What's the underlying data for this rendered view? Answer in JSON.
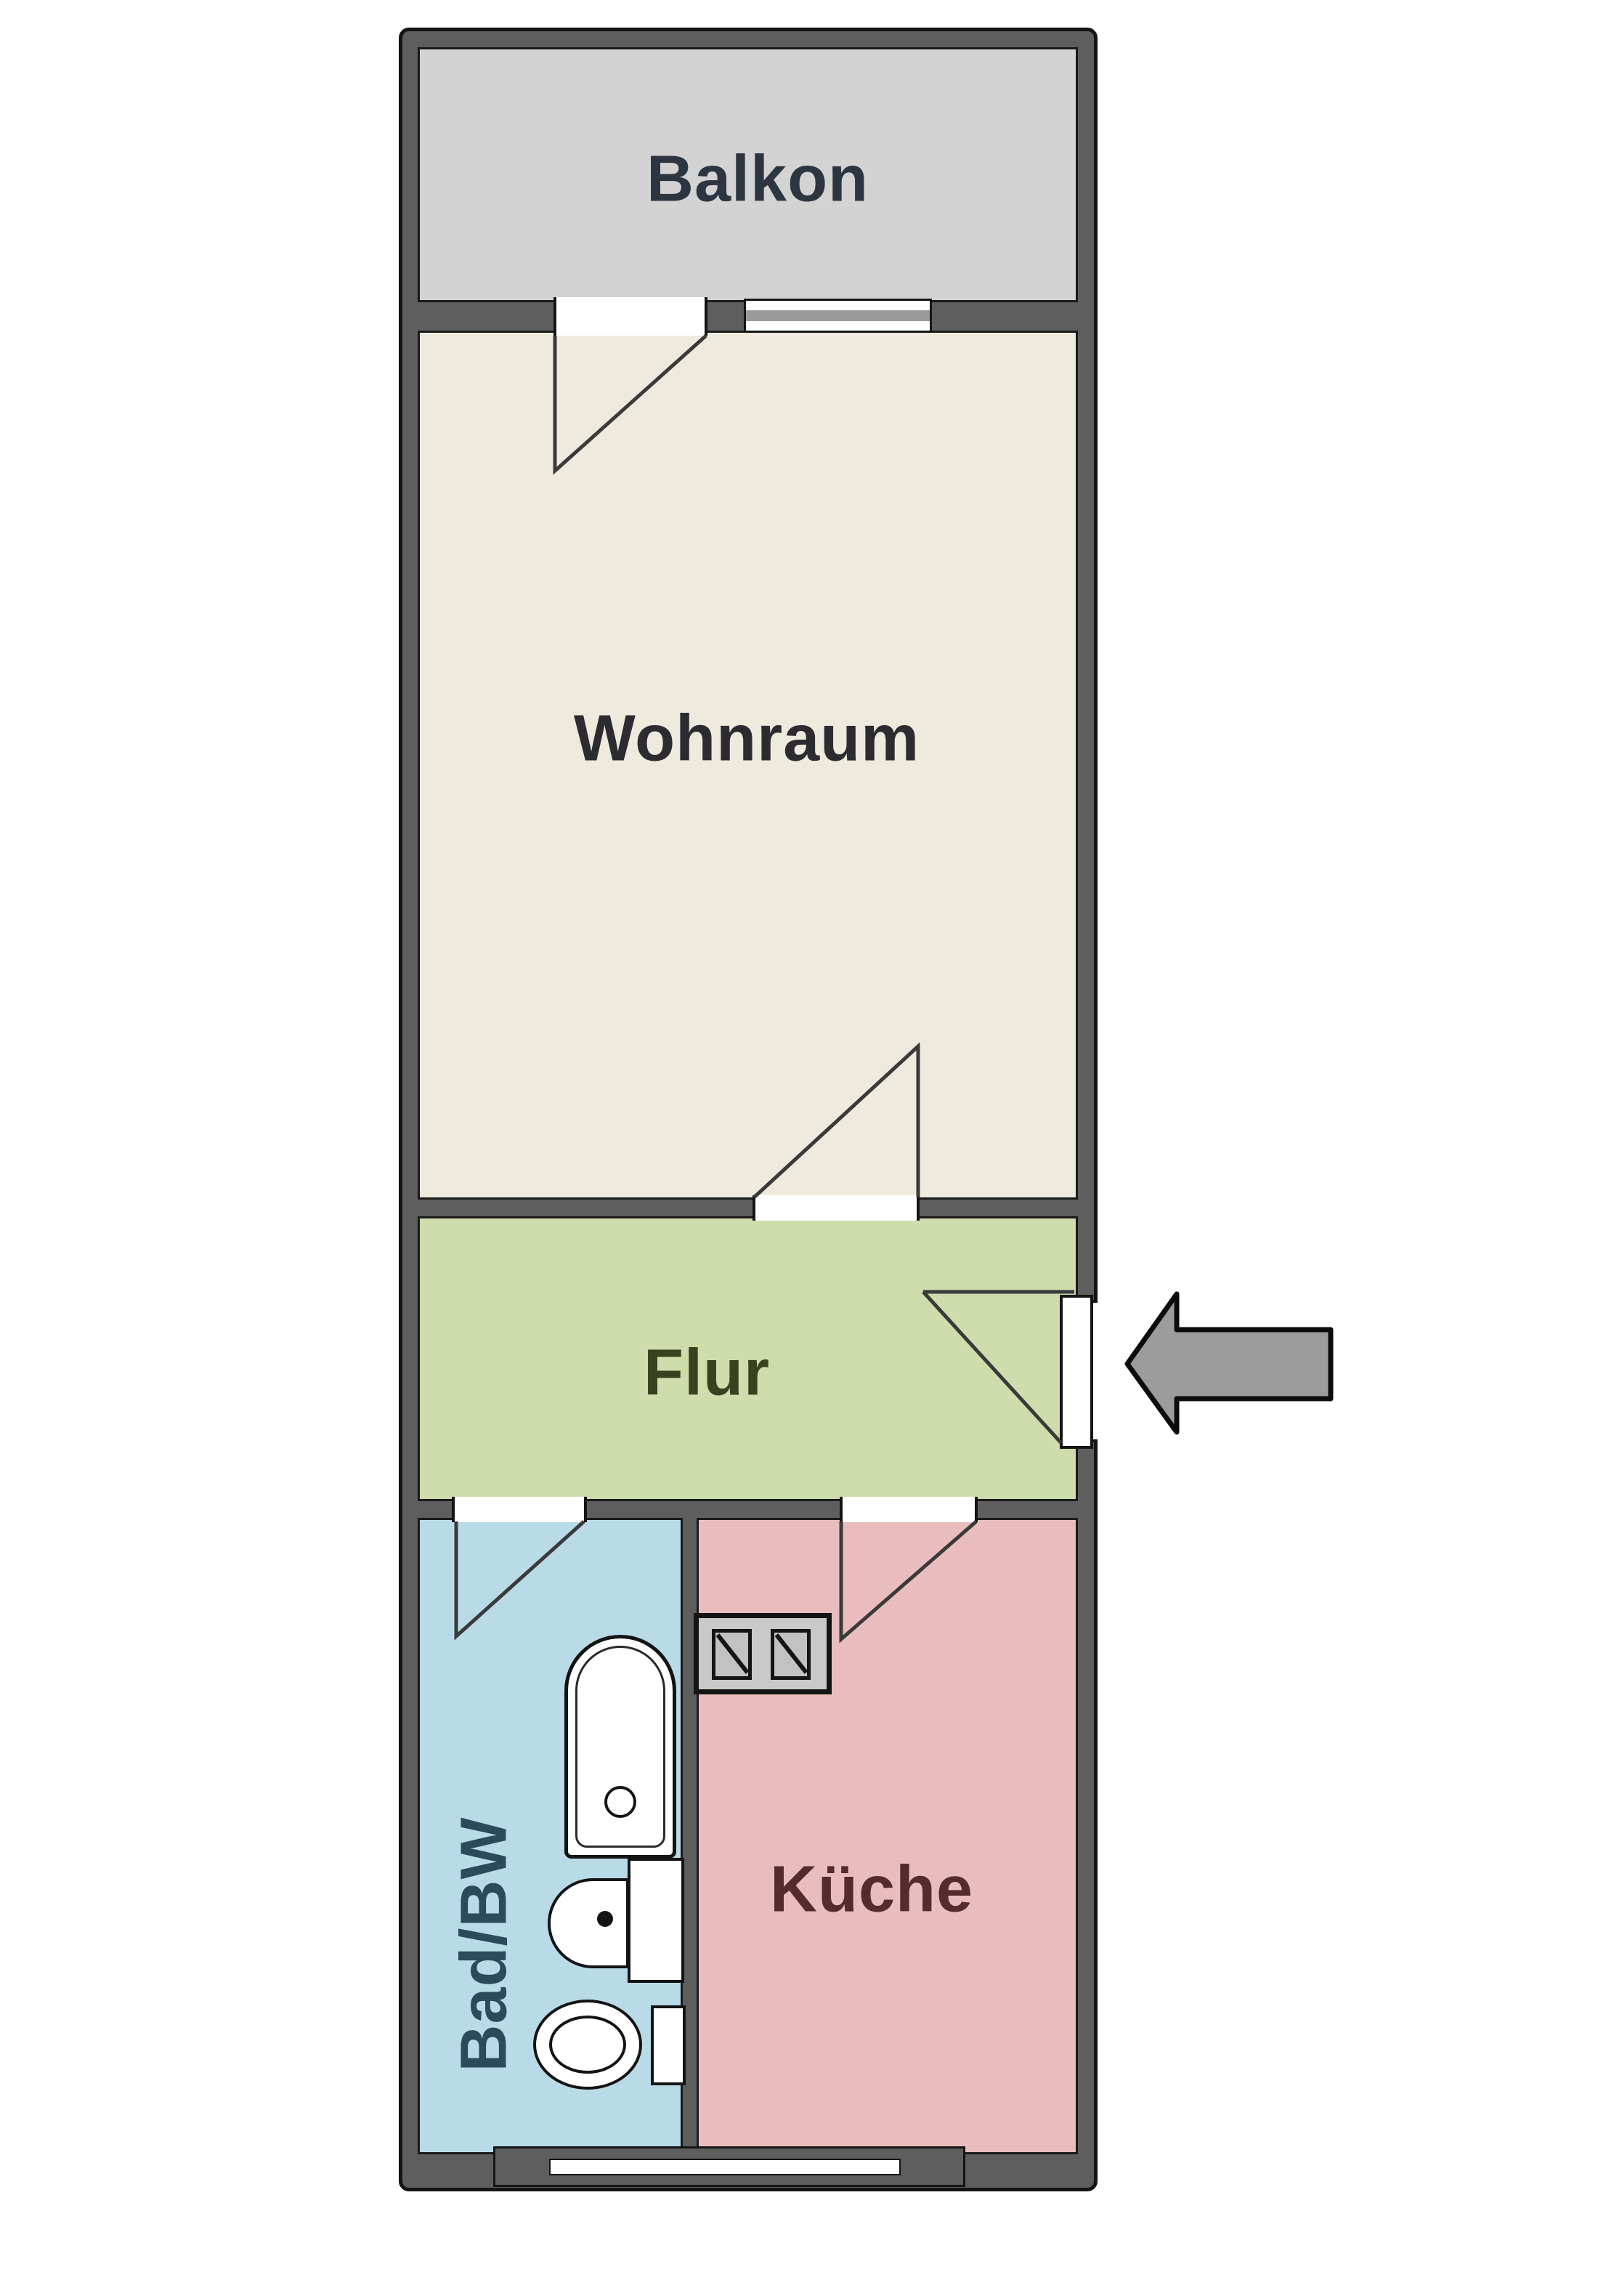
{
  "rooms": {
    "balkon": {
      "label": "Balkon",
      "fill": "#d3d3d3",
      "text_color": "#2d3640"
    },
    "wohnraum": {
      "label": "Wohnraum",
      "fill": "#eeeadd",
      "text_color": "#2c2c30"
    },
    "flur": {
      "label": "Flur",
      "fill": "#cfdcab",
      "text_color": "#39411f"
    },
    "bad": {
      "label": "Bad/BW",
      "fill": "#b9dbe8",
      "text_color": "#2d4a5a"
    },
    "kueche": {
      "label": "Küche",
      "fill": "#e9bdbe",
      "text_color": "#542b2f"
    }
  },
  "colors": {
    "wall": "#5e5e5e",
    "outline": "#141414",
    "door_swing": "#3a3a3a",
    "window_glass": "#9b9b9b",
    "fixture_fill": "#ffffff",
    "stove_fill": "#c9c9c9",
    "arrow_fill": "#9c9c9c",
    "background": "#ffffff"
  },
  "entrance_arrow": {
    "direction": "left",
    "meaning": "main-entrance-pointer"
  }
}
